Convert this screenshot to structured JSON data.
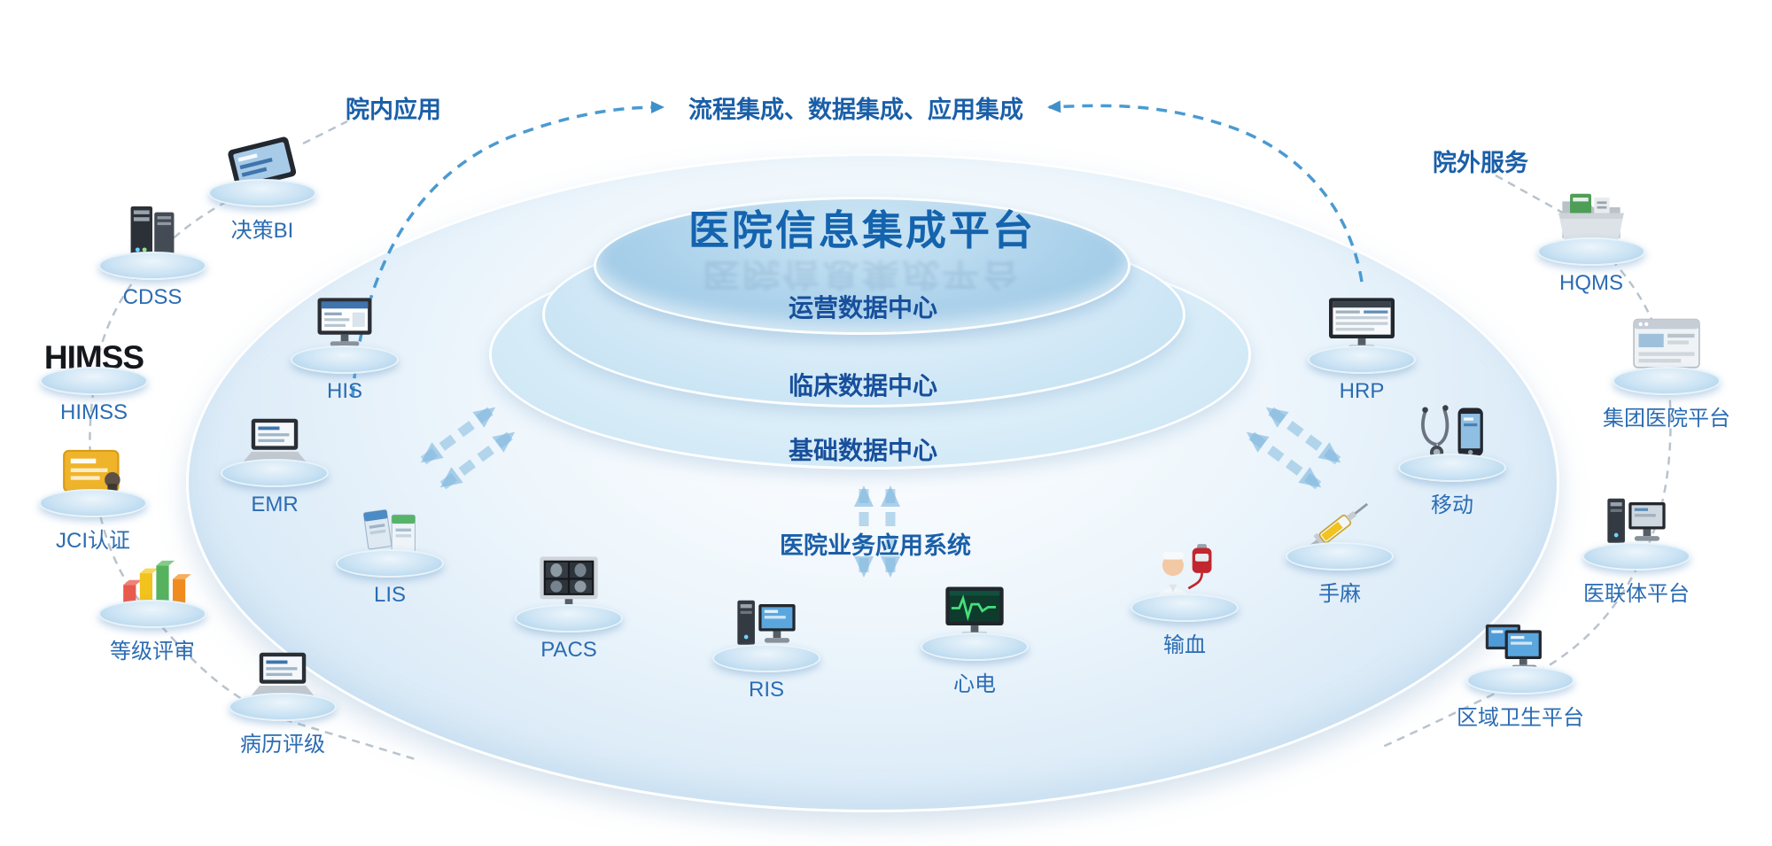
{
  "title": "医院信息集成平台",
  "banner": "流程集成、数据集成、应用集成",
  "sections": {
    "left": "院内应用",
    "right": "院外服务"
  },
  "layers": {
    "operational": "运营数据中心",
    "clinical": "临床数据中心",
    "basic": "基础数据中心",
    "applications": "医院业务应用系统"
  },
  "nodes": {
    "decision_bi": {
      "label": "决策BI",
      "icon": "tablet-icon"
    },
    "cdss": {
      "label": "CDSS",
      "icon": "server-icon"
    },
    "himss": {
      "label": "HIMSS",
      "logo": "HIMSS",
      "icon": "himss-logo"
    },
    "jci": {
      "label": "JCI认证",
      "icon": "certificate-icon"
    },
    "grade_review": {
      "label": "等级评审",
      "icon": "bar-chart-icon"
    },
    "record_rating": {
      "label": "病历评级",
      "icon": "laptop-icon"
    },
    "his": {
      "label": "HIS",
      "icon": "desktop-icon"
    },
    "emr": {
      "label": "EMR",
      "icon": "laptop-icon"
    },
    "lis": {
      "label": "LIS",
      "icon": "boxes-icon"
    },
    "pacs": {
      "label": "PACS",
      "icon": "xray-monitor-icon"
    },
    "ris": {
      "label": "RIS",
      "icon": "workstation-icon"
    },
    "ecg": {
      "label": "心电",
      "icon": "ecg-monitor-icon"
    },
    "transfusion": {
      "label": "输血",
      "icon": "blood-bag-icon"
    },
    "anesthesia": {
      "label": "手麻",
      "icon": "syringe-icon"
    },
    "mobile": {
      "label": "移动",
      "icon": "stethoscope-phone-icon"
    },
    "hrp": {
      "label": "HRP",
      "icon": "monitor-icon"
    },
    "hqms": {
      "label": "HQMS",
      "icon": "folder-icon"
    },
    "group_hospital": {
      "label": "集团医院平台",
      "icon": "browser-icon"
    },
    "medical_alliance": {
      "label": "医联体平台",
      "icon": "workstation-icon"
    },
    "regional_health": {
      "label": "区域卫生平台",
      "icon": "computers-icon"
    }
  },
  "colors": {
    "title_blue": "#1463ae",
    "label_blue": "#2b6cb3",
    "header_blue": "#1a5fa8",
    "tier_blue": "#a9d0ea",
    "arc_blue": "#4a9ad2",
    "chain_gray": "#b9c3cc"
  }
}
